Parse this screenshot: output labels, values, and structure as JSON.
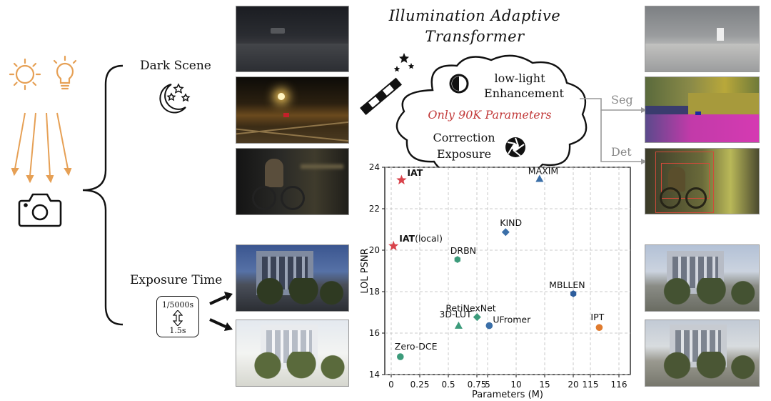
{
  "title_line1": "Illumination Adaptive",
  "title_line2": "Transformer",
  "dark_scene_label": "Dark Scene",
  "exposure_time_label": "Exposure Time",
  "exposure_top": "1/5000s",
  "exposure_bottom": "1.5s",
  "cloud": {
    "line_a1": "low-light",
    "line_a2": "Enhancement",
    "params": "Only 90K Parameters",
    "line_b1": "Correction",
    "line_b2": "Exposure"
  },
  "seg_label": "Seg",
  "det_label": "Det",
  "colors": {
    "orange": "#e6a055",
    "red_star": "#d9434b",
    "teal": "#3c9b7b",
    "blue": "#3b6fa8",
    "navy": "#2d5d9c",
    "orange_dot": "#e07b2e",
    "param_red": "#c23b3b"
  },
  "chart_data": {
    "type": "scatter",
    "xlabel": "Parameters (M)",
    "ylabel": "LOL PSNR",
    "ylim": [
      14,
      24
    ],
    "x_ticks": [
      "0",
      "0.25",
      "0.5",
      "0.75",
      "5",
      "10",
      "15",
      "20",
      "115",
      "116"
    ],
    "y_ticks": [
      "14",
      "16",
      "18",
      "20",
      "22",
      "24"
    ],
    "grid": true,
    "points": [
      {
        "label": "IAT",
        "x": 0.09,
        "y": 23.38,
        "marker": "star",
        "color": "#d9434b",
        "bold": true
      },
      {
        "label": "IAT",
        "sub": "(local)",
        "x": 0.02,
        "y": 20.2,
        "marker": "star",
        "color": "#d9434b",
        "bold": true
      },
      {
        "label": "MAXIM",
        "x": 14.1,
        "y": 23.43,
        "marker": "triangle",
        "color": "#3b6fa8"
      },
      {
        "label": "KIND",
        "x": 8.16,
        "y": 20.87,
        "marker": "diamond",
        "color": "#3b6fa8"
      },
      {
        "label": "DRBN",
        "x": 0.58,
        "y": 19.55,
        "marker": "hexagon",
        "color": "#3c9b7b"
      },
      {
        "label": "MBLLEN",
        "x": 20.47,
        "y": 17.9,
        "marker": "hexagon",
        "color": "#2d5d9c"
      },
      {
        "label": "RetiNexNet",
        "x": 0.84,
        "y": 16.77,
        "marker": "diamond",
        "color": "#3c9b7b"
      },
      {
        "label": "3D-LUT",
        "x": 0.59,
        "y": 16.35,
        "marker": "triangle",
        "color": "#3c9b7b"
      },
      {
        "label": "UFromer",
        "x": 5.29,
        "y": 16.36,
        "marker": "circle",
        "color": "#3b6fa8"
      },
      {
        "label": "IPT",
        "x": 115.31,
        "y": 16.27,
        "marker": "circle",
        "color": "#e07b2e"
      },
      {
        "label": "Zero-DCE",
        "x": 0.08,
        "y": 14.86,
        "marker": "circle",
        "color": "#3c9b7b"
      }
    ]
  }
}
